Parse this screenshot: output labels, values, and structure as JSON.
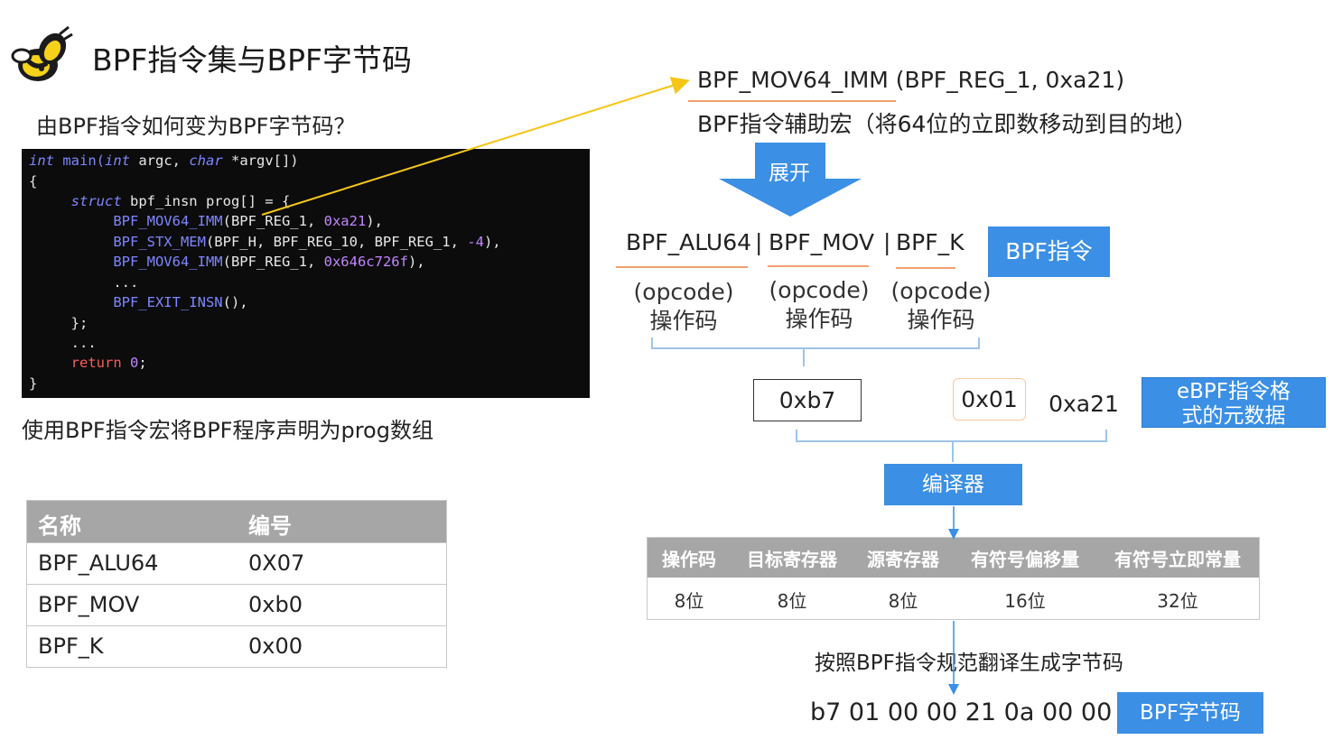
{
  "slide": {
    "title": "BPF指令集与BPF字节码",
    "subtitle": "由BPF指令如何变为BPF字节码？",
    "logo_icon": "bee-icon",
    "note": "使用BPF指令宏将BPF程序声明为prog数组"
  },
  "code": {
    "lines": [
      [
        {
          "t": "int",
          "c": "kw"
        },
        {
          "t": " main(",
          "c": "fn"
        },
        {
          "t": "int",
          "c": "kw"
        },
        {
          "t": " argc, ",
          "c": "wt"
        },
        {
          "t": "char",
          "c": "kw"
        },
        {
          "t": " *argv[])",
          "c": "wt"
        }
      ],
      [
        {
          "t": "{",
          "c": "wt"
        }
      ],
      [
        {
          "t": "     struct",
          "c": "kw"
        },
        {
          "t": " bpf_insn prog[] = {",
          "c": "wt"
        }
      ],
      [
        {
          "t": "          BPF_MOV64_IMM",
          "c": "fn"
        },
        {
          "t": "(BPF_REG_1, ",
          "c": "wt"
        },
        {
          "t": "0xa21",
          "c": "num"
        },
        {
          "t": "),",
          "c": "wt"
        }
      ],
      [
        {
          "t": "          BPF_STX_MEM",
          "c": "fn"
        },
        {
          "t": "(BPF_H, BPF_REG_10, BPF_REG_1, ",
          "c": "wt"
        },
        {
          "t": "-4",
          "c": "num"
        },
        {
          "t": "),",
          "c": "wt"
        }
      ],
      [
        {
          "t": "          BPF_MOV64_IMM",
          "c": "fn"
        },
        {
          "t": "(BPF_REG_1, ",
          "c": "wt"
        },
        {
          "t": "0x646c726f",
          "c": "num"
        },
        {
          "t": "),",
          "c": "wt"
        }
      ],
      [
        {
          "t": "          ...",
          "c": "wt"
        }
      ],
      [
        {
          "t": "          BPF_EXIT_INSN",
          "c": "fn"
        },
        {
          "t": "(),",
          "c": "wt"
        }
      ],
      [
        {
          "t": "     };",
          "c": "wt"
        }
      ],
      [
        {
          "t": "     ...",
          "c": "wt"
        }
      ],
      [
        {
          "t": "     return",
          "c": "ret"
        },
        {
          "t": " ",
          "c": "wt"
        },
        {
          "t": "0",
          "c": "num"
        },
        {
          "t": ";",
          "c": "wt"
        }
      ],
      [
        {
          "t": "}",
          "c": "wt"
        }
      ]
    ]
  },
  "table": {
    "headers": [
      "名称",
      "编号"
    ],
    "rows": [
      [
        "BPF_ALU64",
        "0X07"
      ],
      [
        "BPF_MOV",
        "0xb0"
      ],
      [
        "BPF_K",
        "0x00"
      ]
    ]
  },
  "diagram": {
    "macro": "BPF_MOV64_IMM (BPF_REG_1,  0xa21)",
    "macro_desc": "BPF指令辅助宏（将64位的立即数移动到目的地）",
    "expand_label": "展开",
    "instr_parts": [
      "BPF_ALU64",
      "|",
      "BPF_MOV",
      "|",
      "BPF_K"
    ],
    "instr_label": "BPF指令",
    "opcode_en": "(opcode)",
    "opcode_zh": "操作码",
    "hex_opcode": "0xb7",
    "hex_reg": "0x01",
    "hex_imm": "0xa21",
    "meta_label": "eBPF指令格式的元数据",
    "compiler_label": "编译器",
    "format_headers": [
      "操作码",
      "目标寄存器",
      "源寄存器",
      "有符号偏移量",
      "有符号立即常量"
    ],
    "format_bits": [
      "8位",
      "8位",
      "8位",
      "16位",
      "32位"
    ],
    "translate_text": "按照BPF指令规范翻译生成字节码",
    "bytecode": "b7 01 00 00 21 0a 00 00",
    "bytecode_label": "BPF字节码"
  },
  "colors": {
    "arrow_yellow": "#f5c518",
    "box_blue": "#3b8fe4",
    "underline_orange": "#f0a070",
    "header_gray": "#a6a6a6"
  }
}
